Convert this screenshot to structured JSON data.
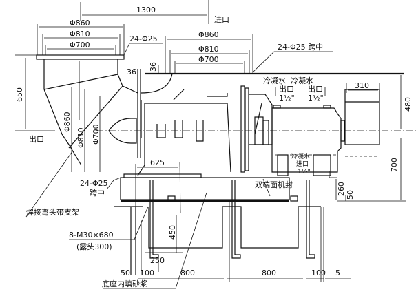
{
  "drawing": {
    "dims": {
      "d1300": "1300",
      "inlet_label": "进口",
      "outlet_label": "出口",
      "left_phi860": "Φ860",
      "left_phi810": "Φ810",
      "left_phi700": "Φ700",
      "left_bolts": "24-Φ25",
      "top_phi860": "Φ860",
      "top_phi810": "Φ810",
      "top_phi700": "Φ700",
      "top_bolts": "24-Φ25 跨中",
      "d36a": "36",
      "d36b": "36",
      "d650": "650",
      "vert_phi860": "Φ860",
      "vert_phi810": "Φ810",
      "vert_phi700": "Φ700",
      "d310": "310",
      "d480": "480",
      "d700": "700",
      "d625": "625",
      "d260": "260",
      "d50r": "50",
      "d450": "450",
      "d250": "250",
      "b50": "50",
      "b100a": "100",
      "b800a": "800",
      "b800b": "800",
      "b100b": "100",
      "b5": "5"
    },
    "notes": {
      "cond_out_1": "冷凝水",
      "cond_out_1b": "出口",
      "cond_out_1c": "1½\"",
      "cond_out_2": "冷凝水",
      "cond_out_2b": "出口",
      "cond_out_2c": "1½\"",
      "cond_in": "冷凝水",
      "cond_in_b": "进口",
      "cond_in_c": "1½\"",
      "bolts_low": "24-Φ25",
      "bolts_low_b": "跨中",
      "elbow_support": "焊接弯头带支架",
      "mech_seal": "双端面机封",
      "anchor": "8-M30×680",
      "anchor_b": "(露头300)",
      "grout": "底座内填砂浆"
    }
  }
}
